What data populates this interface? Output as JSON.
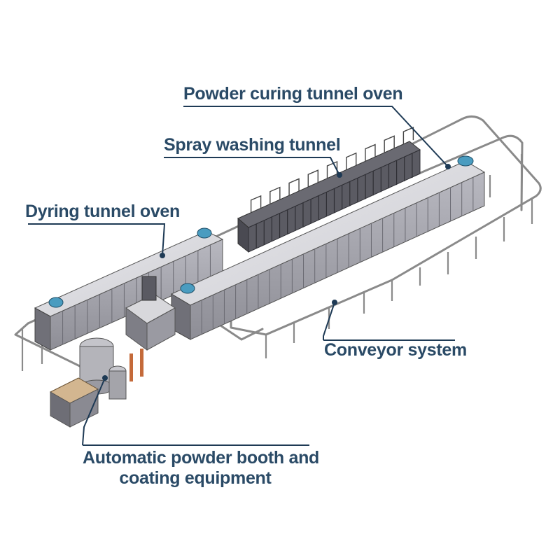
{
  "labels": {
    "curing_oven": "Powder curing tunnel oven",
    "spray_washing": "Spray washing tunnel",
    "drying_oven": "Dyring tunnel oven",
    "conveyor": "Conveyor system",
    "powder_booth_line1": "Automatic powder booth and",
    "powder_booth_line2": "coating equipment"
  },
  "colors": {
    "label_text": "#2a4a66",
    "leader_line": "#1e3a55",
    "panel_light": "#c9c9cf",
    "panel_mid": "#a8a8b0",
    "panel_dark": "#5a5a62",
    "structure": "#777777",
    "fan": "#4a9cc0"
  }
}
